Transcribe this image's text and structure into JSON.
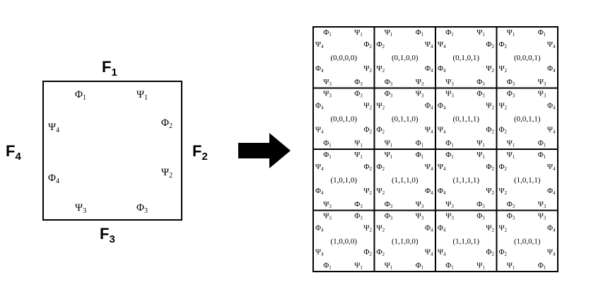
{
  "face_labels": [
    {
      "letter": "F",
      "sub": "1"
    },
    {
      "letter": "F",
      "sub": "2"
    },
    {
      "letter": "F",
      "sub": "3"
    },
    {
      "letter": "F",
      "sub": "4"
    }
  ],
  "square_symbols": [
    {
      "sym": "Φ",
      "sub": "1"
    },
    {
      "sym": "Ψ",
      "sub": "1"
    },
    {
      "sym": "Ψ",
      "sub": "4"
    },
    {
      "sym": "Φ",
      "sub": "2"
    },
    {
      "sym": "Φ",
      "sub": "4"
    },
    {
      "sym": "Ψ",
      "sub": "2"
    },
    {
      "sym": "Ψ",
      "sub": "3"
    },
    {
      "sym": "Φ",
      "sub": "3"
    }
  ],
  "arrow": "right-arrow-icon",
  "grid": [
    [
      {
        "label": "(0,0,0,0)",
        "sym": [
          "Φ1",
          "Ψ1",
          "Ψ4",
          "Φ2",
          "Φ4",
          "Ψ2",
          "Ψ3",
          "Φ3"
        ]
      },
      {
        "label": "(0,1,0,0)",
        "sym": [
          "Ψ1",
          "Φ1",
          "Φ2",
          "Ψ4",
          "Ψ2",
          "Φ4",
          "Φ3",
          "Ψ3"
        ]
      },
      {
        "label": "(0,1,0,1)",
        "sym": [
          "Φ1",
          "Ψ1",
          "Ψ4",
          "Φ2",
          "Φ4",
          "Ψ2",
          "Ψ3",
          "Φ3"
        ]
      },
      {
        "label": "(0,0,0,1)",
        "sym": [
          "Ψ1",
          "Φ1",
          "Φ2",
          "Ψ4",
          "Ψ2",
          "Φ4",
          "Φ3",
          "Ψ3"
        ]
      }
    ],
    [
      {
        "label": "(0,0,1,0)",
        "sym": [
          "Ψ3",
          "Φ3",
          "Φ4",
          "Ψ2",
          "Ψ4",
          "Φ2",
          "Φ1",
          "Ψ1"
        ]
      },
      {
        "label": "(0,1,1,0)",
        "sym": [
          "Φ3",
          "Ψ3",
          "Ψ2",
          "Φ4",
          "Φ2",
          "Ψ4",
          "Ψ1",
          "Φ1"
        ]
      },
      {
        "label": "(0,1,1,1)",
        "sym": [
          "Ψ3",
          "Φ3",
          "Φ4",
          "Ψ2",
          "Ψ4",
          "Φ2",
          "Φ1",
          "Ψ1"
        ]
      },
      {
        "label": "(0,0,1,1)",
        "sym": [
          "Φ3",
          "Ψ3",
          "Ψ2",
          "Φ4",
          "Φ2",
          "Ψ4",
          "Ψ1",
          "Φ1"
        ]
      }
    ],
    [
      {
        "label": "(1,0,1,0)",
        "sym": [
          "Φ1",
          "Ψ1",
          "Ψ4",
          "Φ2",
          "Φ4",
          "Ψ2",
          "Ψ3",
          "Φ3"
        ]
      },
      {
        "label": "(1,1,1,0)",
        "sym": [
          "Ψ1",
          "Φ1",
          "Φ2",
          "Ψ4",
          "Ψ2",
          "Φ4",
          "Φ3",
          "Ψ3"
        ]
      },
      {
        "label": "(1,1,1,1)",
        "sym": [
          "Φ1",
          "Ψ1",
          "Ψ4",
          "Φ2",
          "Φ4",
          "Ψ2",
          "Ψ3",
          "Φ3"
        ]
      },
      {
        "label": "(1,0,1,1)",
        "sym": [
          "Ψ1",
          "Φ1",
          "Φ2",
          "Ψ4",
          "Ψ2",
          "Φ4",
          "Φ3",
          "Ψ3"
        ]
      }
    ],
    [
      {
        "label": "(1,0,0,0)",
        "sym": [
          "Ψ3",
          "Φ3",
          "Φ4",
          "Ψ2",
          "Ψ4",
          "Φ2",
          "Φ1",
          "Ψ1"
        ]
      },
      {
        "label": "(1,1,0,0)",
        "sym": [
          "Φ3",
          "Ψ3",
          "Ψ2",
          "Φ4",
          "Φ2",
          "Ψ4",
          "Ψ1",
          "Φ1"
        ]
      },
      {
        "label": "(1,1,0,1)",
        "sym": [
          "Ψ3",
          "Φ3",
          "Φ4",
          "Ψ2",
          "Ψ4",
          "Φ2",
          "Φ1",
          "Ψ1"
        ]
      },
      {
        "label": "(1,0,0,1)",
        "sym": [
          "Φ3",
          "Ψ3",
          "Ψ2",
          "Φ4",
          "Φ2",
          "Ψ4",
          "Ψ1",
          "Φ1"
        ]
      }
    ]
  ]
}
